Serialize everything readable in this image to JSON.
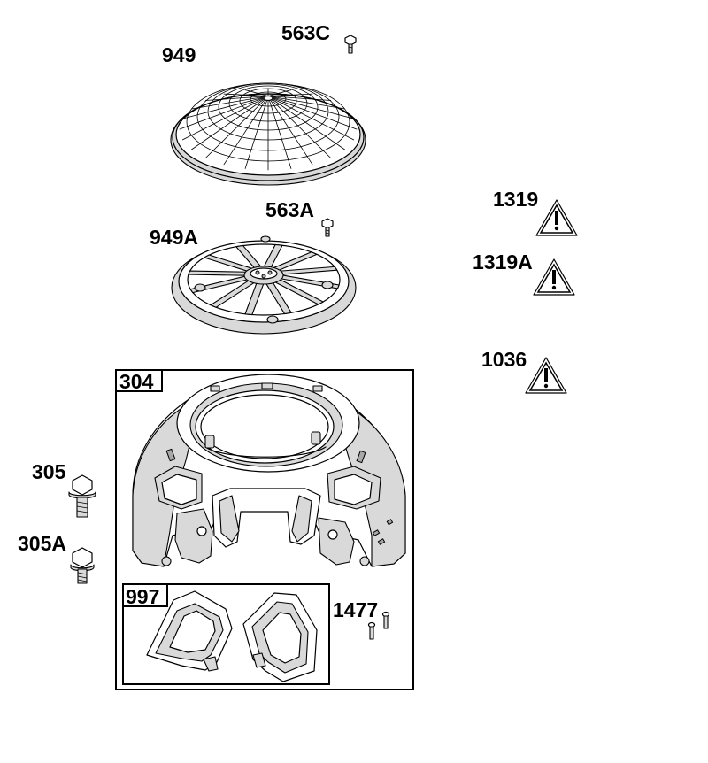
{
  "parts": {
    "screen": "949",
    "screw_top": "563C",
    "fan_plate": "949A",
    "screw_mid": "563A",
    "warning_1": "1319",
    "warning_2": "1319A",
    "warning_3": "1036",
    "housing": "304",
    "bolt_1": "305",
    "bolt_2": "305A",
    "baffle_kit": "997",
    "pins": "1477"
  },
  "icons": {
    "warning": "warning-triangle-icon"
  }
}
